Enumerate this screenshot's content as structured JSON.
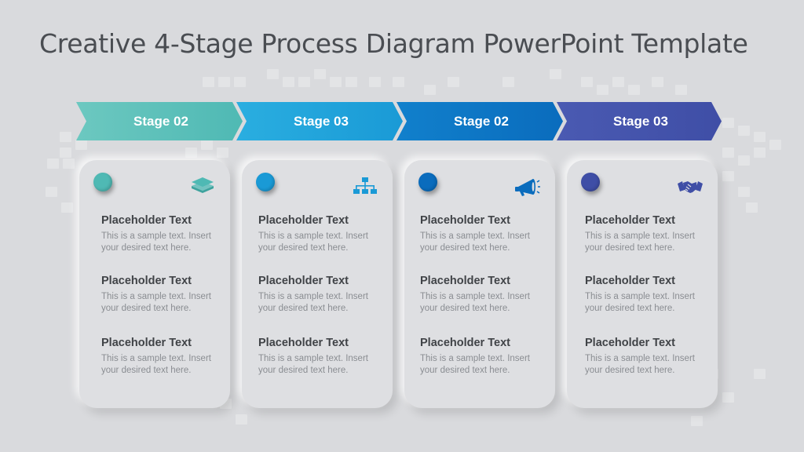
{
  "title": "Creative 4-Stage Process Diagram PowerPoint Template",
  "colors": {
    "stage1": "#4fb9b4",
    "stage2": "#1a9ad6",
    "stage3": "#0a6cbd",
    "stage4": "#3f4ea6"
  },
  "stages": [
    {
      "label": "Stage 02",
      "icon": "layers-icon",
      "items": [
        {
          "title": "Placeholder Text",
          "text": "This is a sample text. Insert your desired text here."
        },
        {
          "title": "Placeholder Text",
          "text": "This is a sample text. Insert your desired text here."
        },
        {
          "title": "Placeholder Text",
          "text": "This is a sample text. Insert your desired text here."
        }
      ]
    },
    {
      "label": "Stage 03",
      "icon": "hierarchy-icon",
      "items": [
        {
          "title": "Placeholder Text",
          "text": "This is a sample text. Insert your desired text here."
        },
        {
          "title": "Placeholder Text",
          "text": "This is a sample text. Insert your desired text here."
        },
        {
          "title": "Placeholder Text",
          "text": "This is a sample text. Insert your desired text here."
        }
      ]
    },
    {
      "label": "Stage 02",
      "icon": "megaphone-icon",
      "items": [
        {
          "title": "Placeholder Text",
          "text": "This is a sample text. Insert your desired text here."
        },
        {
          "title": "Placeholder Text",
          "text": "This is a sample text. Insert your desired text here."
        },
        {
          "title": "Placeholder Text",
          "text": "This is a sample text. Insert your desired text here."
        }
      ]
    },
    {
      "label": "Stage 03",
      "icon": "handshake-icon",
      "items": [
        {
          "title": "Placeholder Text",
          "text": "This is a sample text. Insert your desired text here."
        },
        {
          "title": "Placeholder Text",
          "text": "This is a sample text. Insert your desired text here."
        },
        {
          "title": "Placeholder Text",
          "text": "This is a sample text. Insert your desired text here."
        }
      ]
    }
  ]
}
